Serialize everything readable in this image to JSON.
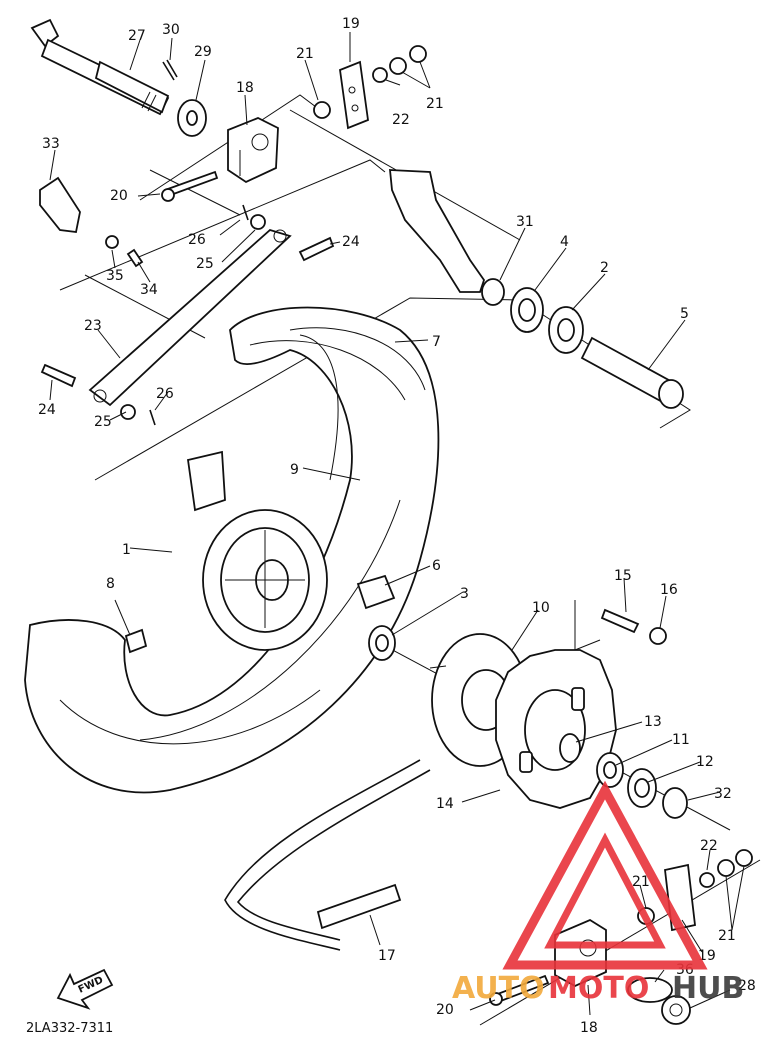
{
  "document_code": "2LA332-7311",
  "fwd_label": "FWD",
  "watermark": {
    "auto": "AUTO",
    "moto": "MOTO",
    "hub": "HUB",
    "color_red": "#e8333a",
    "color_orange": "#f2a93b",
    "color_gray": "#3a3a3a"
  },
  "callouts": {
    "c27": "27",
    "c30": "30",
    "c29": "29",
    "c19a": "19",
    "c21a": "21",
    "c21b": "21",
    "c22a": "22",
    "c18a": "18",
    "c33": "33",
    "c20a": "20",
    "c26a": "26",
    "c25a": "25",
    "c24a": "24",
    "c35": "35",
    "c34": "34",
    "c31": "31",
    "c4": "4",
    "c2": "2",
    "c5": "5",
    "c23": "23",
    "c7": "7",
    "c24b": "24",
    "c26b": "26",
    "c25b": "25",
    "c9": "9",
    "c1": "1",
    "c6": "6",
    "c8": "8",
    "c3": "3",
    "c10": "10",
    "c15": "15",
    "c16": "16",
    "c13": "13",
    "c11": "11",
    "c12": "12",
    "c32": "32",
    "c14": "14",
    "c22b": "22",
    "c21c": "21",
    "c21d": "21",
    "c19b": "19",
    "c17": "17",
    "c36": "36",
    "c20b": "20",
    "c28": "28",
    "c18b": "18"
  }
}
